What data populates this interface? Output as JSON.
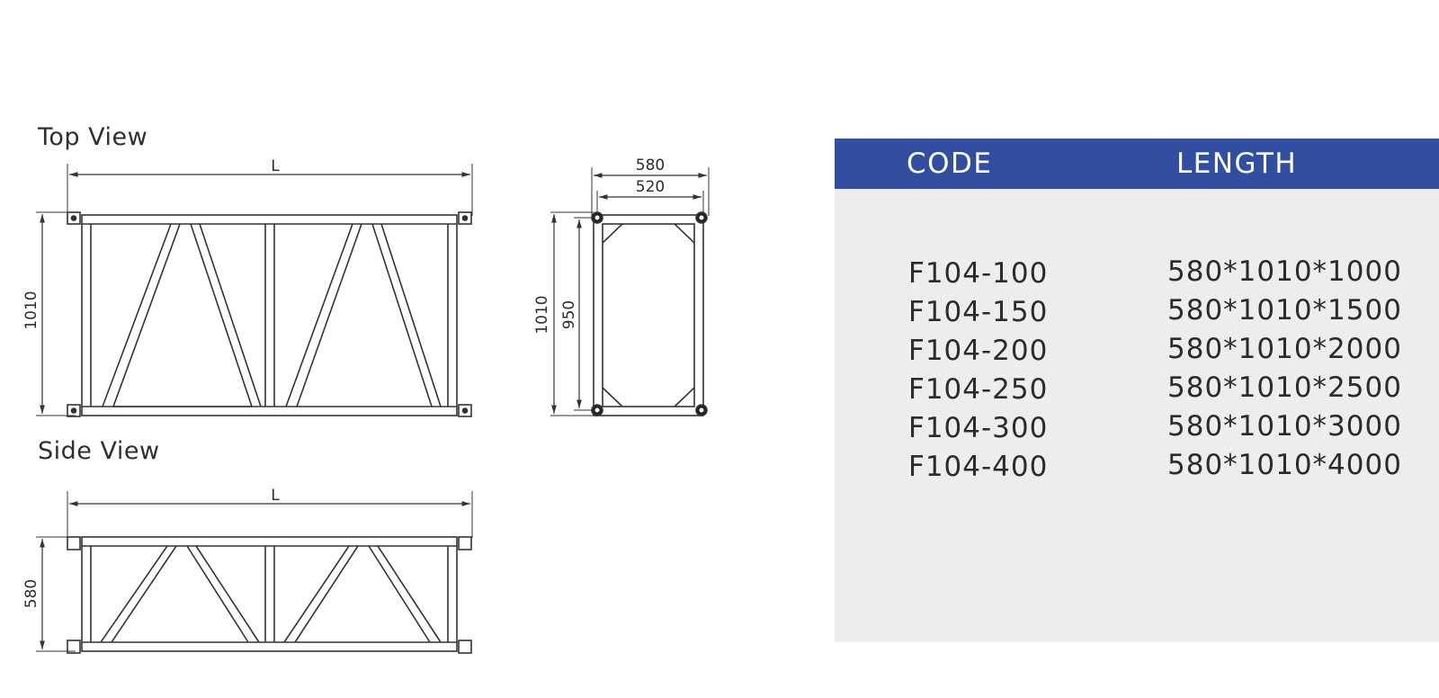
{
  "views": {
    "top_view_label": "Top View",
    "side_view_label": "Side View"
  },
  "dimensions": {
    "top_length": "L",
    "top_height": "1010",
    "side_length": "L",
    "side_height": "580",
    "end_outer_width": "580",
    "end_inner_width": "520",
    "end_outer_height": "1010",
    "end_inner_height": "950"
  },
  "table": {
    "header_color": "#324ea0",
    "panel_color": "#ededed",
    "columns": [
      "CODE",
      "LENGTH"
    ],
    "rows": [
      {
        "code": "F104-100",
        "length": "580*1010*1000"
      },
      {
        "code": "F104-150",
        "length": "580*1010*1500"
      },
      {
        "code": "F104-200",
        "length": "580*1010*2000"
      },
      {
        "code": "F104-250",
        "length": "580*1010*2500"
      },
      {
        "code": "F104-300",
        "length": "580*1010*3000"
      },
      {
        "code": "F104-400",
        "length": "580*1010*4000"
      }
    ]
  }
}
